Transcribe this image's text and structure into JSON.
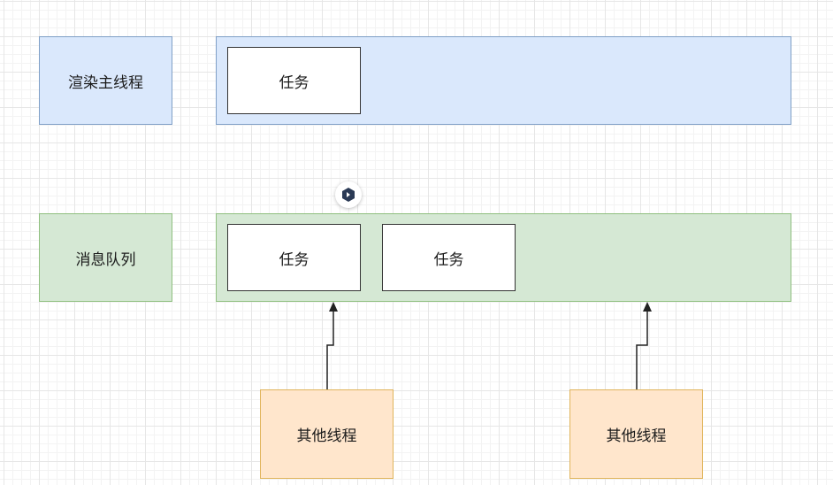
{
  "render_thread": {
    "label": "渲染主线程",
    "task": "任务"
  },
  "message_queue": {
    "label": "消息队列",
    "tasks": [
      "任务",
      "任务"
    ]
  },
  "other_threads": [
    "其他线程",
    "其他线程"
  ],
  "colors": {
    "render_fill": "#dae8fc",
    "queue_fill": "#d5e8d4",
    "thread_fill": "#ffe6cc"
  },
  "icons": {
    "edit_badge": "edit-badge-icon"
  }
}
